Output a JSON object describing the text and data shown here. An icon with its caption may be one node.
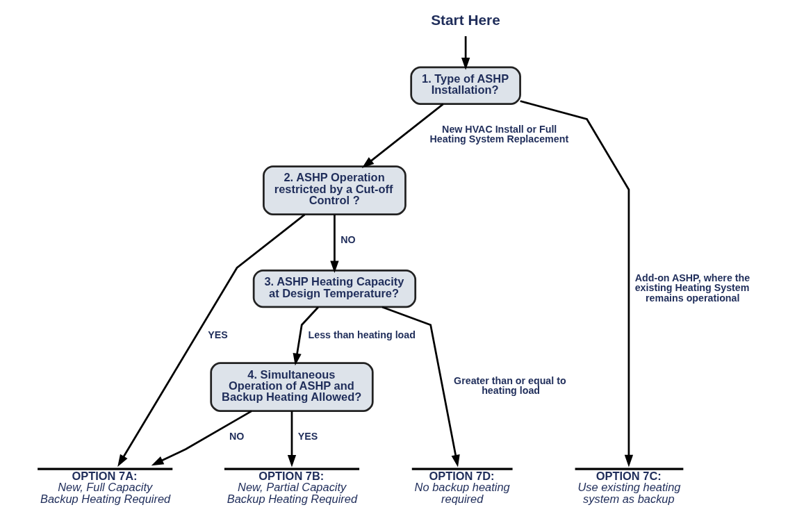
{
  "diagram": {
    "nodes": [
      {
        "text": [
          "Start Here"
        ]
      },
      {
        "text": [
          "1. Type of ASHP Installation?"
        ]
      },
      {
        "text": [
          "2. ASHP Operation restricted by a Cut-off Control ?"
        ]
      },
      {
        "text": [
          "3. ASHP Heating Capacity at Design Temperature?"
        ]
      },
      {
        "text": [
          "4. Simultaneous Operation of ASHP and Backup Heating Allowed?"
        ]
      },
      {
        "text": [
          "OPTION 7A:",
          "New, Full Capacity Backup Heating Required"
        ]
      },
      {
        "text": [
          "OPTION 7B:",
          "New, Partial Capacity Backup Heating Required"
        ]
      },
      {
        "text": [
          "OPTION 7C:",
          "Use existing heating system as backup"
        ]
      },
      {
        "text": [
          "OPTION 7D:",
          "No backup heating required"
        ]
      }
    ],
    "edges": [
      {
        "from": 0,
        "to": 1,
        "arrow": "to"
      },
      {
        "from": 1,
        "to": 2,
        "arrow": "to",
        "label": "New HVAC Install or Full Heating System Replacement"
      },
      {
        "from": 1,
        "to": 7,
        "arrow": "to",
        "label": "Add-on ASHP, where the existing Heating System remains operational"
      },
      {
        "from": 2,
        "to": 5,
        "arrow": "to",
        "label": "YES"
      },
      {
        "from": 2,
        "to": 3,
        "arrow": "to",
        "label": "NO"
      },
      {
        "from": 3,
        "to": 4,
        "arrow": "to",
        "label": "Less than heating load"
      },
      {
        "from": 3,
        "to": 8,
        "arrow": "to",
        "label": "Greater than or equal to heating load"
      },
      {
        "from": 4,
        "to": 5,
        "arrow": "to",
        "label": "NO"
      },
      {
        "from": 4,
        "to": 6,
        "arrow": "to",
        "label": "YES"
      }
    ]
  }
}
